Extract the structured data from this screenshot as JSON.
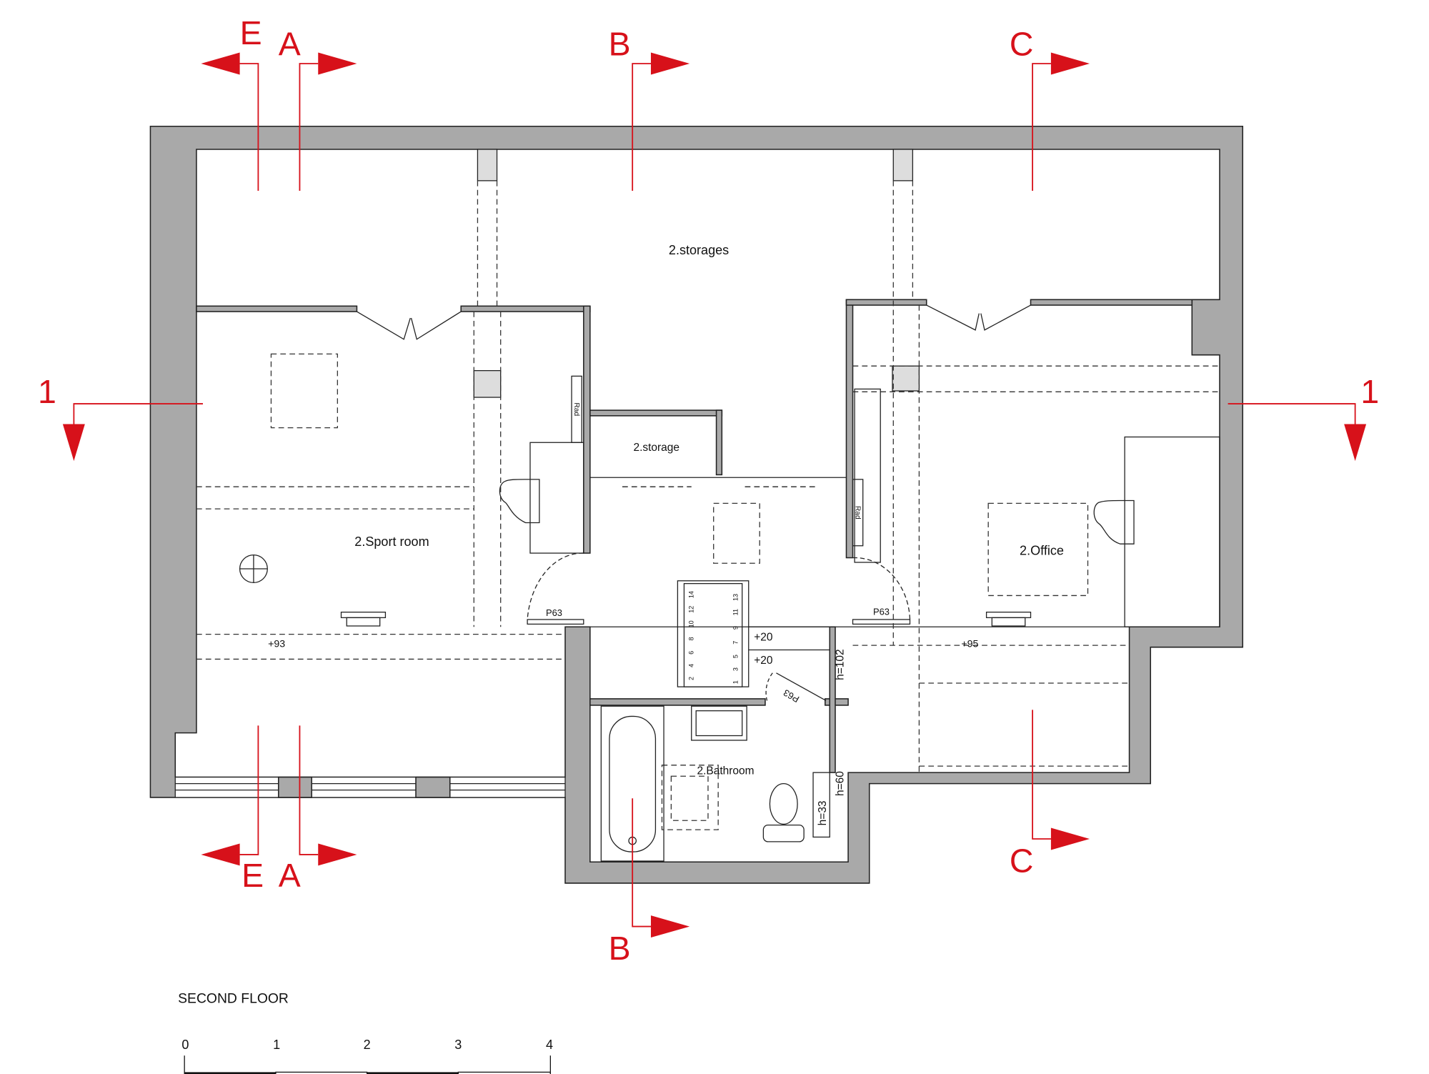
{
  "title": "SECOND FLOOR",
  "rooms": {
    "storages": "2.storages",
    "storage": "2.storage",
    "sport_room": "2.Sport room",
    "office": "2.Office",
    "bathroom": "2.Bathroom"
  },
  "annotations": {
    "level_sport": "+93",
    "level_office": "+95",
    "level_landing_1": "+20",
    "level_landing_2": "+20",
    "door_sport": "P63",
    "door_office": "P63",
    "door_bathroom": "P63",
    "rad_left": "Rad",
    "rad_right": "Rad",
    "h102": "h=102",
    "h60": "h=60",
    "h33": "h=33"
  },
  "stairs": {
    "left_steps": [
      "14",
      "12",
      "10",
      "8",
      "6",
      "4",
      "2"
    ],
    "right_steps": [
      "13",
      "11",
      "9",
      "7",
      "5",
      "3",
      "1"
    ]
  },
  "sections": {
    "E": "E",
    "A": "A",
    "B": "B",
    "C": "C",
    "one": "1"
  },
  "scale_bar": {
    "labels": [
      "0",
      "1",
      "2",
      "3",
      "4"
    ],
    "unit_count": 4
  },
  "colors": {
    "section_red": "#d7111a",
    "wall_gray": "#a9a9a9"
  }
}
